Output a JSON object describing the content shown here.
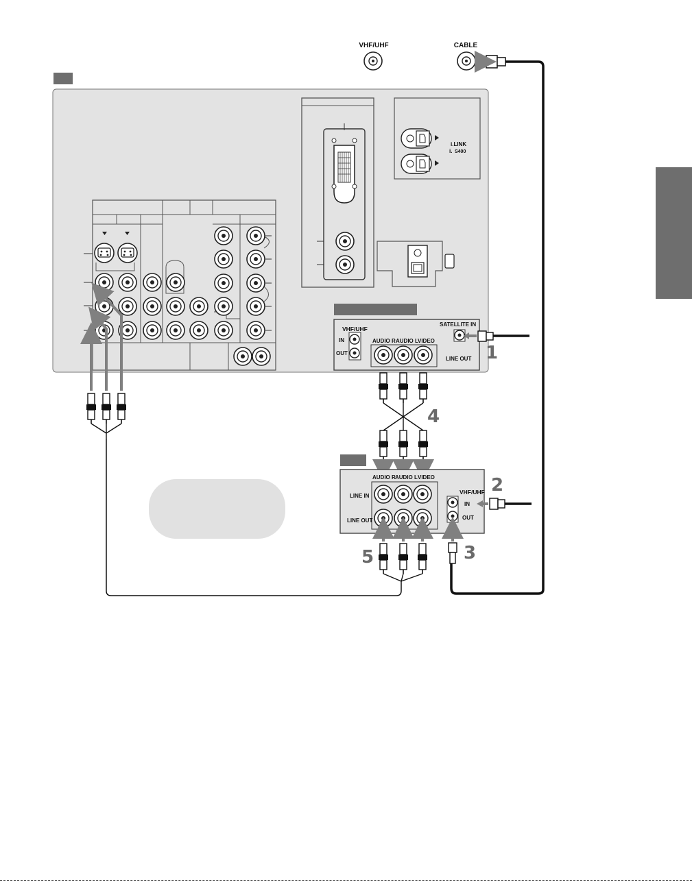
{
  "antenna": {
    "vhf_uhf_label": "VHF/UHF",
    "cable_label": "CABLE"
  },
  "firewire": {
    "label_line1": "i.LINK",
    "label_line2": "S400",
    "logo_glyph": "i."
  },
  "satellite_receiver": {
    "vhf_uhf_label": "VHF/UHF",
    "in_label": "IN",
    "out_label": "OUT",
    "satellite_in_label": "SATELLITE IN",
    "audio_r_label": "AUDIO R",
    "audio_l_label": "AUDIO L",
    "video_label": "VIDEO",
    "line_out_label": "LINE OUT"
  },
  "vcr": {
    "audio_r_label": "AUDIO R",
    "audio_l_label": "AUDIO L",
    "video_label": "VIDEO",
    "line_in_label": "LINE IN",
    "line_out_label": "LINE OUT",
    "vhf_uhf_label": "VHF/UHF",
    "in_label": "IN",
    "out_label": "OUT"
  },
  "steps": {
    "s1": "1",
    "s2": "2",
    "s3": "3",
    "s4": "4",
    "s5": "5"
  },
  "colors": {
    "panel": "#e3e3e3",
    "tab": "#6e6e6e",
    "arrow": "#808080",
    "line": "#1a1a1a"
  }
}
